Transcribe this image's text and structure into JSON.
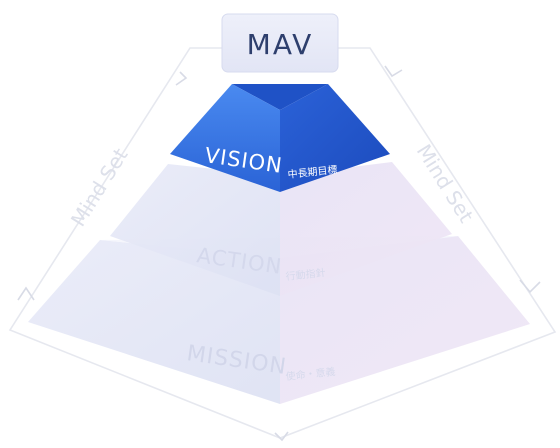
{
  "top_box": {
    "label": "MAV"
  },
  "layers": [
    {
      "id": "vision",
      "title": "VISION",
      "subtitle": "中長期目標",
      "state": "highlighted",
      "color": "#2f6fe0"
    },
    {
      "id": "action",
      "title": "ACTION",
      "subtitle": "行動指針",
      "state": "faded"
    },
    {
      "id": "mission",
      "title": "MISSION",
      "subtitle": "使命・意義",
      "state": "faded"
    }
  ],
  "side_labels": {
    "left": "Mind Set",
    "right": "Mind Set"
  },
  "colors": {
    "accent_blue": "#2f6fe0",
    "accent_blue_dark": "#1b4fc0",
    "faded_fill": "#e5e7f5",
    "outline": "#e3e6ee"
  }
}
